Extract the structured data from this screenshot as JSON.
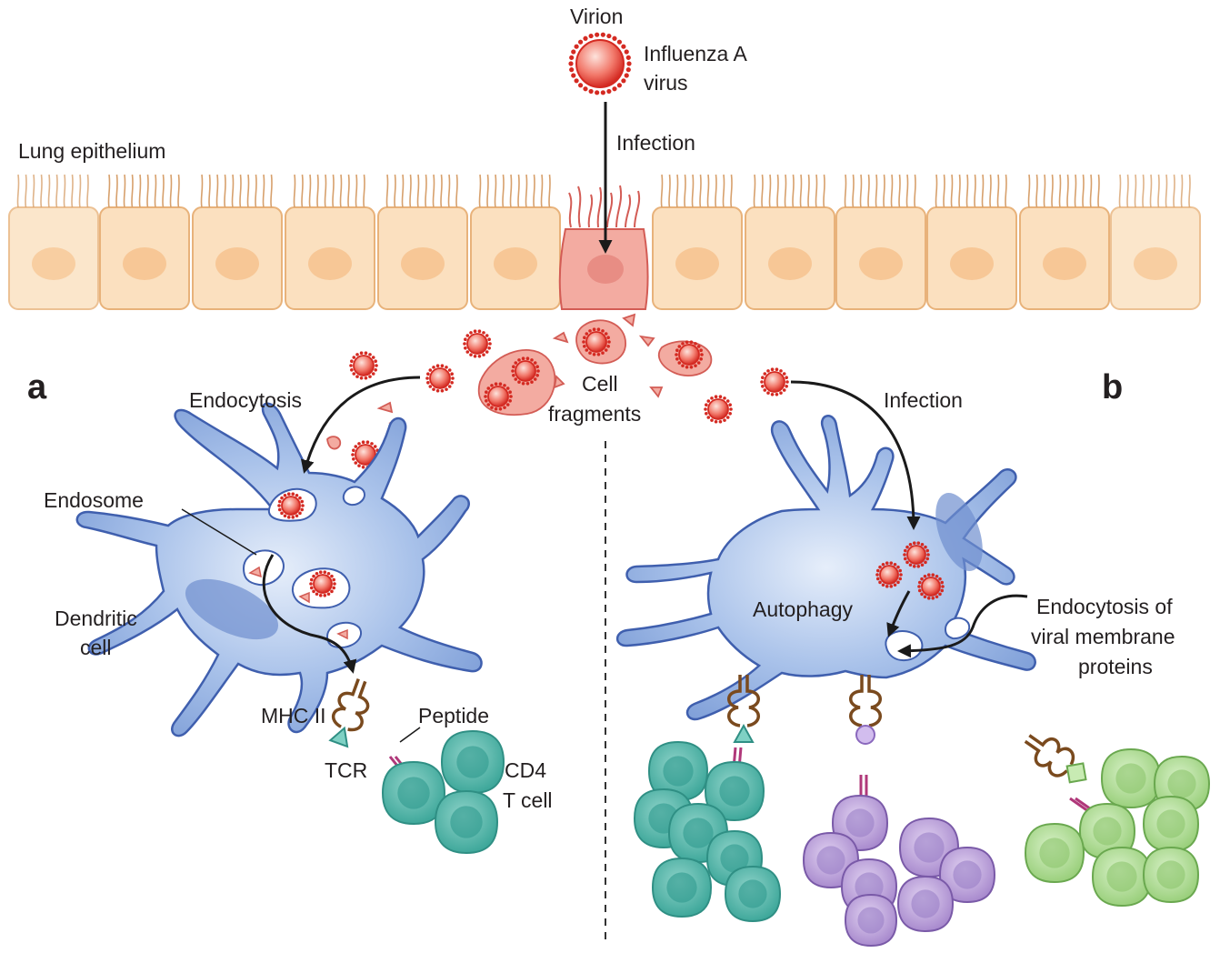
{
  "labels": {
    "virion": "Virion",
    "virus_line1": "Influenza A",
    "virus_line2": "virus",
    "infection_top": "Infection",
    "lung_epithelium": "Lung epithelium",
    "panel_a": "a",
    "panel_b": "b",
    "endocytosis": "Endocytosis",
    "cell_fragments_line1": "Cell",
    "cell_fragments_line2": "fragments",
    "infection_b": "Infection",
    "endosome": "Endosome",
    "dendritic_line1": "Dendritic",
    "dendritic_line2": "cell",
    "mhc": "MHC II",
    "peptide": "Peptide",
    "tcr": "TCR",
    "cd4_line1": "CD4",
    "cd4_line2": "T cell",
    "autophagy": "Autophagy",
    "endo_viral_line1": "Endocytosis of",
    "endo_viral_line2": "viral membrane",
    "endo_viral_line3": "proteins"
  },
  "colors": {
    "epithelium": "#fbe0bf",
    "epithelium_infected": "#f3a89e",
    "virus": "#e0332c",
    "dendritic_cell": "#8fb0e3",
    "tcell_teal": "#4fb6aa",
    "tcell_purple": "#b79fd6",
    "tcell_green": "#a9da8c",
    "mhc": "#7a4a1e",
    "tcr": "#b0387a"
  }
}
